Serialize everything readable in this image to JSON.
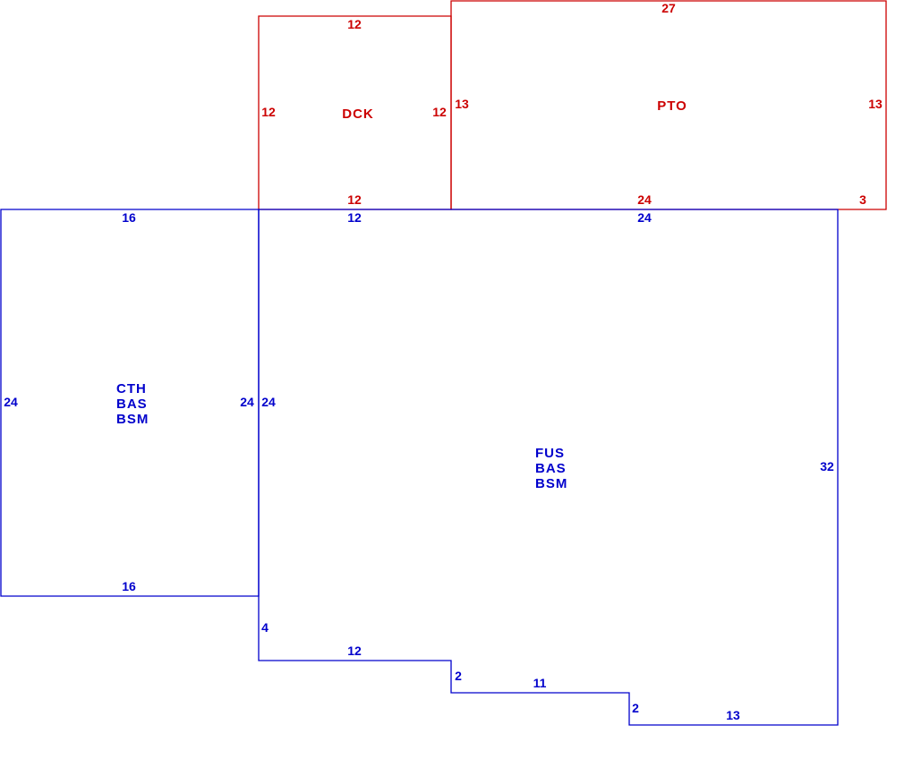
{
  "colors": {
    "main": "#0000cc",
    "outbuilding": "#cc0000",
    "background": "#ffffff"
  },
  "areas": {
    "dck": {
      "codes": [
        "DCK"
      ],
      "dims": {
        "top": "12",
        "left": "12",
        "right": "12",
        "bottom": "12"
      }
    },
    "pto": {
      "codes": [
        "PTO"
      ],
      "dims": {
        "top": "27",
        "left": "13",
        "right": "13",
        "bottom": "24",
        "corner": "3"
      }
    },
    "cth": {
      "codes": [
        "CTH",
        "BAS",
        "BSM"
      ],
      "dims": {
        "top": "16",
        "left": "24",
        "right": "24",
        "bottom": "16"
      }
    },
    "fus": {
      "codes": [
        "FUS",
        "BAS",
        "BSM"
      ],
      "dims": {
        "top_left": "12",
        "top_right": "24",
        "left": "24",
        "right": "32",
        "step1_drop": "4",
        "step1_run": "12",
        "step2_drop": "2",
        "step2_run": "11",
        "step3_drop": "2",
        "bottom": "13"
      }
    }
  }
}
